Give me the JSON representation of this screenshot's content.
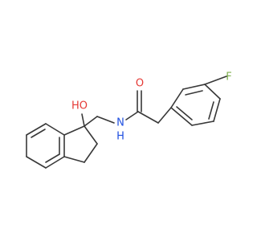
{
  "molecule": {
    "atoms": {
      "hydroxyl_oxygen": "HO",
      "amide_nitrogen": "N",
      "amide_hydrogen": "H",
      "carbonyl_oxygen": "O",
      "fluorine": "F"
    },
    "colors": {
      "bond": "#383838",
      "oxygen": "#e53935",
      "nitrogen": "#1f4fe0",
      "fluorine": "#7fb04f",
      "background": "#ffffff"
    }
  }
}
